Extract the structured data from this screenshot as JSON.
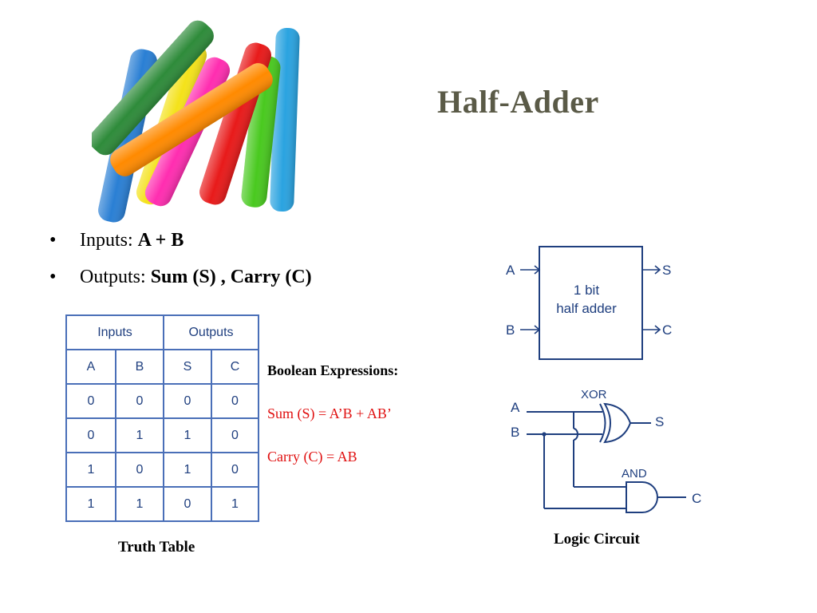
{
  "title": "Half-Adder",
  "bullets": {
    "inputs_label": "Inputs: ",
    "inputs_value": "A + B",
    "outputs_label": "Outputs: ",
    "outputs_value": "Sum (S) , Carry (C)"
  },
  "truth_table": {
    "group_headers": [
      "Inputs",
      "Outputs"
    ],
    "columns": [
      "A",
      "B",
      "S",
      "C"
    ],
    "rows": [
      [
        "0",
        "0",
        "0",
        "0"
      ],
      [
        "0",
        "1",
        "1",
        "0"
      ],
      [
        "1",
        "0",
        "1",
        "0"
      ],
      [
        "1",
        "1",
        "0",
        "1"
      ]
    ],
    "caption": "Truth Table"
  },
  "boolean": {
    "heading": "Boolean Expressions:",
    "sum": "Sum (S) = A’B + AB’",
    "carry": "Carry (C) = AB",
    "color": "#e01010"
  },
  "block_diagram": {
    "input_a": "A",
    "input_b": "B",
    "output_s": "S",
    "output_c": "C",
    "label_line1": "1 bit",
    "label_line2": "half adder"
  },
  "logic_circuit": {
    "xor_label": "XOR",
    "and_label": "AND",
    "input_a": "A",
    "input_b": "B",
    "output_s": "S",
    "output_c": "C",
    "caption": "Logic Circuit"
  },
  "chalk_image": {
    "description_icon": "colored-chalk-sticks",
    "colors": [
      "#2a7fd4",
      "#2e8b3a",
      "#f4e21a",
      "#ff2db0",
      "#ff8a00",
      "#e81a1a",
      "#49c91f",
      "#2aa3e0"
    ]
  }
}
